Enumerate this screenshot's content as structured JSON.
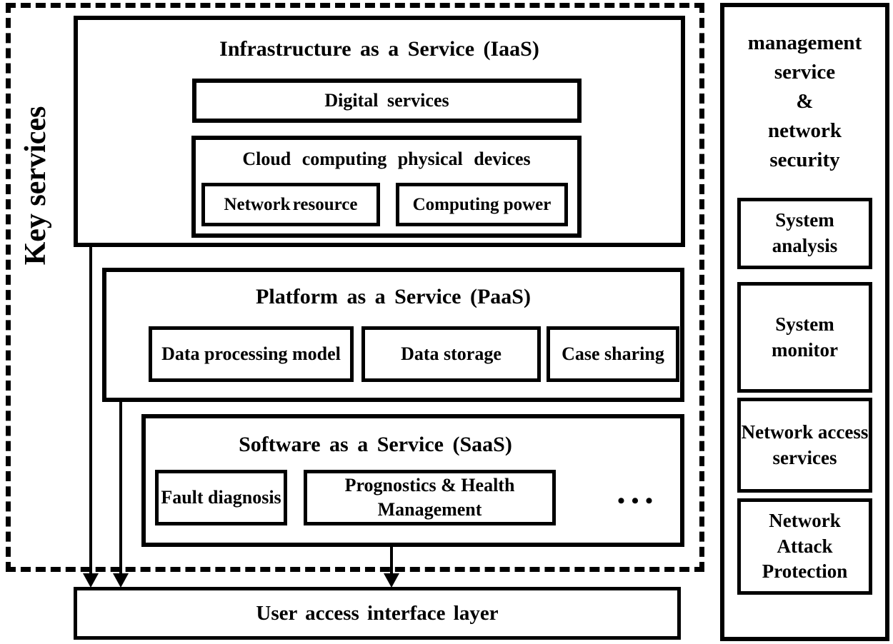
{
  "colors": {
    "ink": "#000000",
    "background": "#ffffff"
  },
  "key_services": {
    "label": "Key services"
  },
  "iaas": {
    "title": "Infrastructure as a Service (IaaS)",
    "digital_services_label": "Digital services",
    "cloud_devices": {
      "title": "Cloud computing physical devices",
      "items": [
        "Network resource",
        "Computing power"
      ]
    }
  },
  "paas": {
    "title": "Platform as a Service (PaaS)",
    "items": [
      "Data processing model",
      "Data storage",
      "Case sharing"
    ]
  },
  "saas": {
    "title": "Software as a Service (SaaS)",
    "items": [
      "Fault diagnosis",
      "Prognostics & Health Management"
    ],
    "ellipsis": "•••"
  },
  "user_access": {
    "label": "User access interface layer"
  },
  "management_panel": {
    "title_lines": [
      "management",
      "service",
      "&",
      "network",
      "security"
    ],
    "boxes": [
      "System analysis",
      "System monitor",
      "Network access services",
      "Network Attack Protection"
    ]
  }
}
